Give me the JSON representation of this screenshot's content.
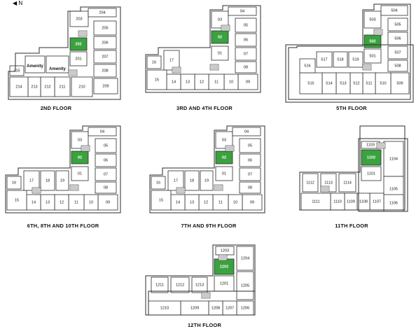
{
  "compass": {
    "label": "N"
  },
  "highlight_color": "#3aa23e",
  "floors": [
    {
      "id": "f2",
      "label": "2ND FLOOR",
      "highlight": "202",
      "units": [
        "203",
        "204",
        "205",
        "202",
        "206",
        "201",
        "207",
        "208",
        "209",
        "210",
        "211",
        "212",
        "213",
        "214",
        "215"
      ],
      "amenities": [
        "Amenity",
        "Amenity"
      ]
    },
    {
      "id": "f34",
      "label": "3RD AND 4TH FLOOR",
      "highlight": "02",
      "units": [
        "03",
        "04",
        "05",
        "02",
        "06",
        "01",
        "07",
        "08",
        "09",
        "10",
        "11",
        "12",
        "13",
        "14",
        "15",
        "16",
        "17"
      ]
    },
    {
      "id": "f5",
      "label": "5TH FLOOR",
      "highlight": "502",
      "units": [
        "503",
        "504",
        "505",
        "502",
        "506",
        "501",
        "507",
        "508",
        "509",
        "510",
        "511",
        "512",
        "513",
        "514",
        "515",
        "516",
        "517",
        "518",
        "519"
      ]
    },
    {
      "id": "f6",
      "label": "6TH, 8TH AND 10TH FLOOR",
      "highlight": "02",
      "units": [
        "03",
        "04",
        "05",
        "02",
        "06",
        "01",
        "07",
        "08",
        "09",
        "10",
        "11",
        "12",
        "13",
        "14",
        "15",
        "16",
        "17",
        "18",
        "19"
      ]
    },
    {
      "id": "f7",
      "label": "7TH AND 9TH FLOOR",
      "highlight": "02",
      "units": [
        "03",
        "04",
        "05",
        "02",
        "06",
        "01",
        "07",
        "08",
        "09",
        "10",
        "11",
        "12",
        "13",
        "14",
        "15",
        "16",
        "17",
        "18",
        "19"
      ]
    },
    {
      "id": "f11",
      "label": "11TH FLOOR",
      "highlight": "1102",
      "units": [
        "1103",
        "1104",
        "1102",
        "1101",
        "1105",
        "1106",
        "1107",
        "1108",
        "1109",
        "1110",
        "1111",
        "1112",
        "1113",
        "1114"
      ]
    },
    {
      "id": "f12",
      "label": "12TH FLOOR",
      "highlight": "1202",
      "units": [
        "1203",
        "1204",
        "1202",
        "1201",
        "1205",
        "1206",
        "1207",
        "1208",
        "1209",
        "1210",
        "1211",
        "1212",
        "1213"
      ]
    }
  ]
}
